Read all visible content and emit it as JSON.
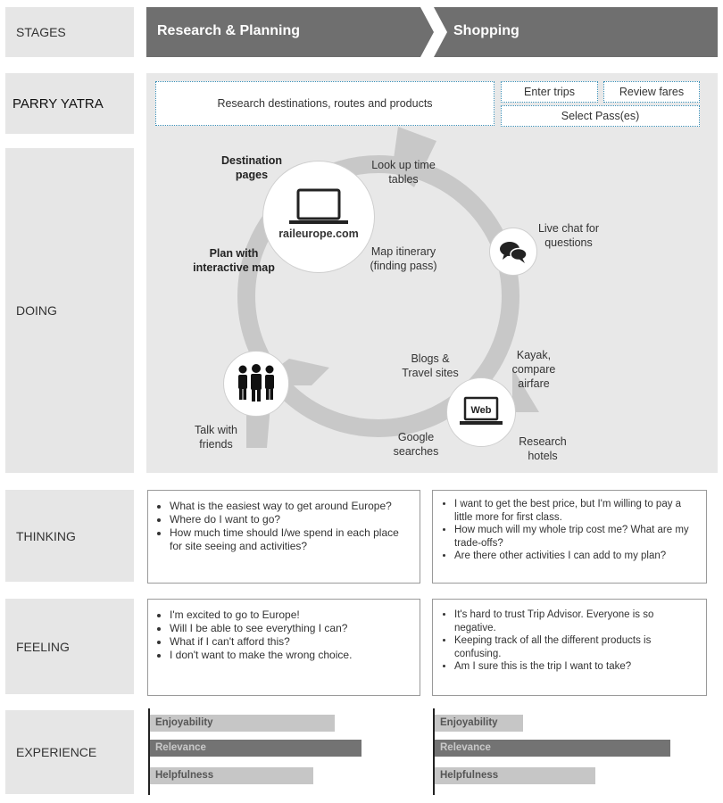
{
  "stages": {
    "label": "STAGES",
    "items": [
      {
        "label": "Research & Planning"
      },
      {
        "label": "Shopping"
      }
    ]
  },
  "persona": {
    "label": "PARRY YATRA",
    "research": "Research destinations, routes and products",
    "enter_trips": "Enter trips",
    "review_fares": "Review fares",
    "select_pass": "Select Pass(es)"
  },
  "doing": {
    "label": "DOING",
    "raileurope": "raileurope.com",
    "destination_pages": "Destination pages",
    "plan_map": "Plan with interactive map",
    "look_up": "Look up time tables",
    "map_itinerary": "Map itinerary (finding pass)",
    "live_chat": "Live chat for questions",
    "blogs": "Blogs & Travel sites",
    "kayak": "Kayak, compare airfare",
    "web": "Web",
    "google": "Google searches",
    "research_hotels": "Research hotels",
    "talk_friends": "Talk with friends"
  },
  "thinking": {
    "label": "THINKING",
    "left": [
      "What is the easiest way to get around Europe?",
      "Where do I want to go?",
      "How much time should I/we spend in each place for site seeing and activities?"
    ],
    "right": [
      "I want to get the best price, but I'm willing to pay a little more for first class.",
      "How much will my whole trip cost me? What are my trade-offs?",
      "Are there other activities I can add to my plan?"
    ]
  },
  "feeling": {
    "label": "FEELING",
    "left": [
      "I'm excited to go to Europe!",
      "Will I be able to see everything I can?",
      "What if I can't afford this?",
      "I don't want to make the wrong choice."
    ],
    "right": [
      "It's hard to trust Trip Advisor. Everyone is so negative.",
      "Keeping track of all the different products is confusing.",
      "Am I sure this is the trip I want to take?"
    ]
  },
  "experience": {
    "label": "EXPERIENCE"
  },
  "chart_data": [
    {
      "type": "bar",
      "categories": [
        "Enjoyability",
        "Relevance",
        "Helpfulness"
      ],
      "values": [
        0.69,
        0.79,
        0.61
      ],
      "colors": [
        "#c6c6c6",
        "#737373",
        "#c6c6c6"
      ]
    },
    {
      "type": "bar",
      "categories": [
        "Enjoyability",
        "Relevance",
        "Helpfulness"
      ],
      "values": [
        0.33,
        0.88,
        0.6
      ],
      "colors": [
        "#c6c6c6",
        "#737373",
        "#c6c6c6"
      ]
    }
  ]
}
